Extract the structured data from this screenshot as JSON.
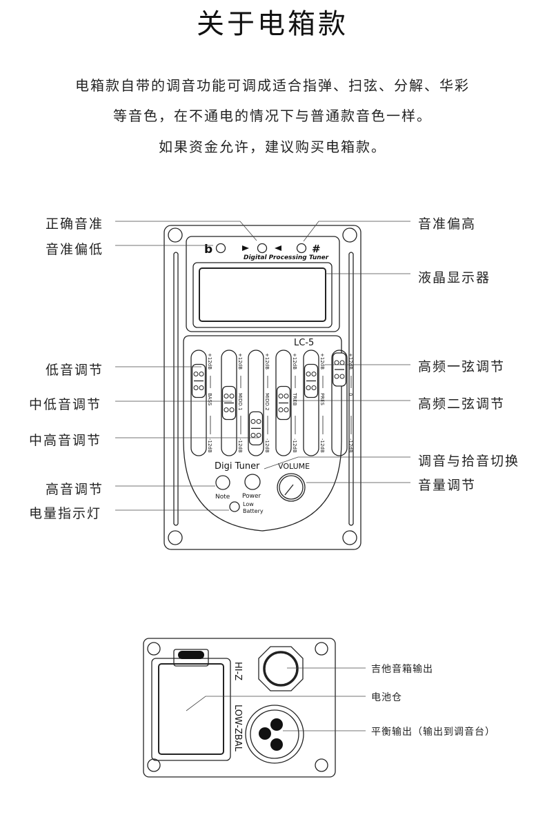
{
  "title": "关于电箱款",
  "intro": [
    "电箱款自带的调音功能可调成适合指弹、扫弦、分解、华彩",
    "等音色，在不通电的情况下与普通款音色一样。",
    "如果资金允许，建议购买电箱款。"
  ],
  "top_panel": {
    "labels_left": [
      "正确音准",
      "音准偏低",
      "低音调节",
      "中低音调节",
      "中高音调节",
      "高音调节",
      "电量指示灯"
    ],
    "labels_right": [
      "音准偏高",
      "液晶显示器",
      "高频一弦调节",
      "高频二弦调节",
      "调音与拾音切换",
      "音量调节"
    ],
    "tuner": {
      "flat": "b",
      "sharp": "#",
      "caption": "Digital Processing Tuner"
    },
    "model": "LC-5",
    "sliders": [
      {
        "top": "+12dB",
        "mid": "BASS",
        "bottom": "-12dB",
        "level": 0.83
      },
      {
        "top": "+12dB",
        "mid": "MIDD.1",
        "bottom": "-12dB",
        "level": 0.5
      },
      {
        "top": "+12dB",
        "mid": "MIDD.2",
        "bottom": "-12dB",
        "level": 0.12
      },
      {
        "top": "+12dB",
        "mid": "TREB",
        "bottom": "-12dB",
        "level": 0.5
      },
      {
        "top": "+12dB",
        "mid": "PRES",
        "bottom": "-12dB",
        "level": 0.83
      },
      {
        "top": "+12dB",
        "mid": "0",
        "bottom": "-12dB",
        "level": 1
      }
    ],
    "digi_tuner": "Digi Tuner",
    "volume": "VOLUME",
    "note_btn": "Note",
    "power_btn": "Power",
    "low_battery": [
      "Low",
      "Battery"
    ]
  },
  "bottom_panel": {
    "hiz": "HI-Z",
    "lowz": "LOW-ZBAL",
    "labels": [
      "吉他音箱输出",
      "电池仓",
      "平衡输出（输出到调音台）"
    ]
  }
}
